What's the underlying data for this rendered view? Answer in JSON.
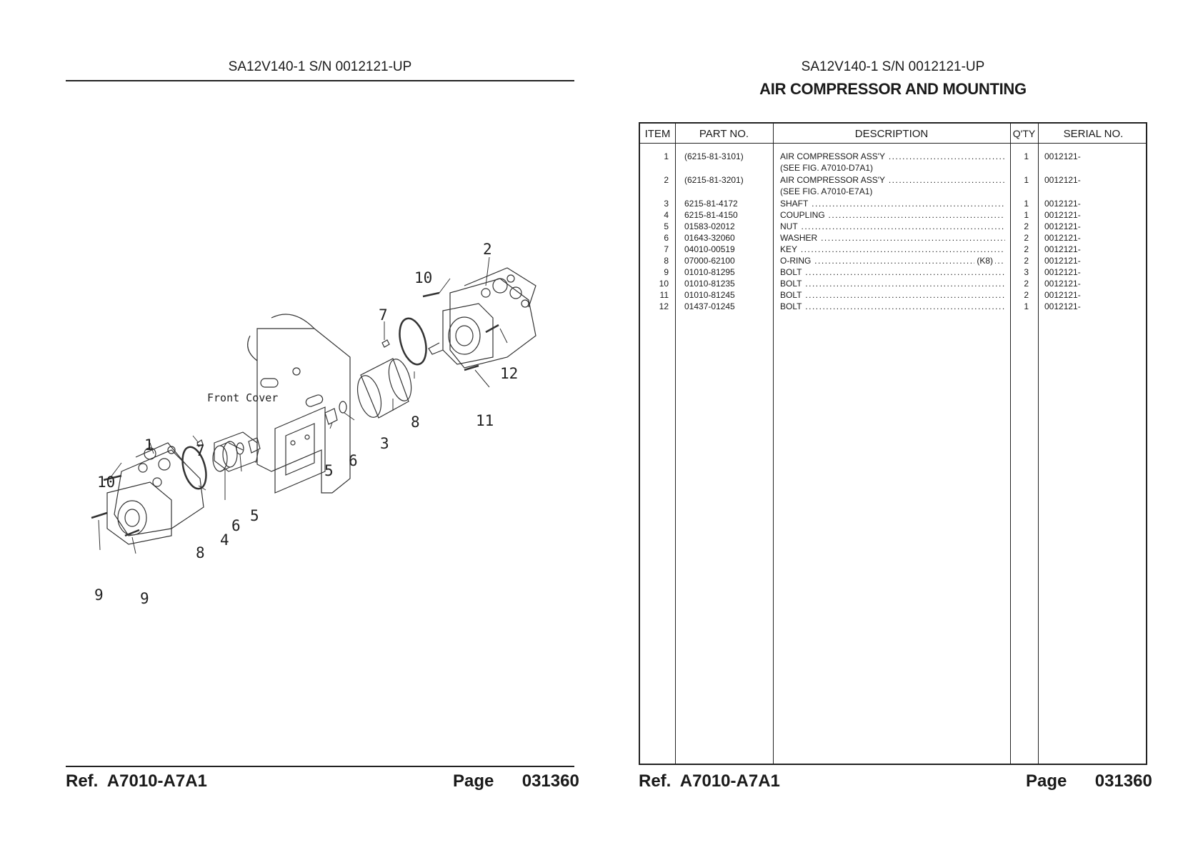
{
  "left_page": {
    "header": "SA12V140-1 S/N 0012121-UP",
    "diagram": {
      "label_front_cover": "Front Cover",
      "callouts": [
        "2",
        "10",
        "7",
        "12",
        "8",
        "11",
        "3",
        "6",
        "5",
        "1",
        "7",
        "10",
        "5",
        "6",
        "8",
        "4",
        "9",
        "9"
      ]
    },
    "footer": {
      "ref_label": "Ref.",
      "ref_value": "A7010-A7A1",
      "page_label": "Page",
      "page_value": "031360"
    }
  },
  "right_page": {
    "header": "SA12V140-1 S/N 0012121-UP",
    "title": "AIR COMPRESSOR AND MOUNTING",
    "table": {
      "columns": [
        "ITEM",
        "PART NO.",
        "DESCRIPTION",
        "Q'TY",
        "SERIAL NO."
      ],
      "rows": [
        {
          "item": "1",
          "part": "(6215-81-3101)",
          "desc": "AIR COMPRESSOR ASS'Y",
          "note": "(SEE FIG. A7010-D7A1)",
          "extra": "",
          "qty": "1",
          "serial": "0012121-"
        },
        {
          "item": "2",
          "part": "(6215-81-3201)",
          "desc": "AIR COMPRESSOR ASS'Y",
          "note": "(SEE FIG. A7010-E7A1)",
          "extra": "",
          "qty": "1",
          "serial": "0012121-"
        },
        {
          "item": "3",
          "part": "6215-81-4172",
          "desc": "SHAFT",
          "note": "",
          "extra": "",
          "qty": "1",
          "serial": "0012121-"
        },
        {
          "item": "4",
          "part": "6215-81-4150",
          "desc": "COUPLING",
          "note": "",
          "extra": "",
          "qty": "1",
          "serial": "0012121-"
        },
        {
          "item": "5",
          "part": "01583-02012",
          "desc": "NUT",
          "note": "",
          "extra": "",
          "qty": "2",
          "serial": "0012121-"
        },
        {
          "item": "6",
          "part": "01643-32060",
          "desc": "WASHER",
          "note": "",
          "extra": "",
          "qty": "2",
          "serial": "0012121-"
        },
        {
          "item": "7",
          "part": "04010-00519",
          "desc": "KEY",
          "note": "",
          "extra": "",
          "qty": "2",
          "serial": "0012121-"
        },
        {
          "item": "8",
          "part": "07000-62100",
          "desc": "O-RING",
          "note": "",
          "extra": "(K8)",
          "qty": "2",
          "serial": "0012121-"
        },
        {
          "item": "9",
          "part": "01010-81295",
          "desc": "BOLT",
          "note": "",
          "extra": "",
          "qty": "3",
          "serial": "0012121-"
        },
        {
          "item": "10",
          "part": "01010-81235",
          "desc": "BOLT",
          "note": "",
          "extra": "",
          "qty": "2",
          "serial": "0012121-"
        },
        {
          "item": "11",
          "part": "01010-81245",
          "desc": "BOLT",
          "note": "",
          "extra": "",
          "qty": "2",
          "serial": "0012121-"
        },
        {
          "item": "12",
          "part": "01437-01245",
          "desc": "BOLT",
          "note": "",
          "extra": "",
          "qty": "1",
          "serial": "0012121-"
        }
      ]
    },
    "footer": {
      "ref_label": "Ref.",
      "ref_value": "A7010-A7A1",
      "page_label": "Page",
      "page_value": "031360"
    }
  }
}
